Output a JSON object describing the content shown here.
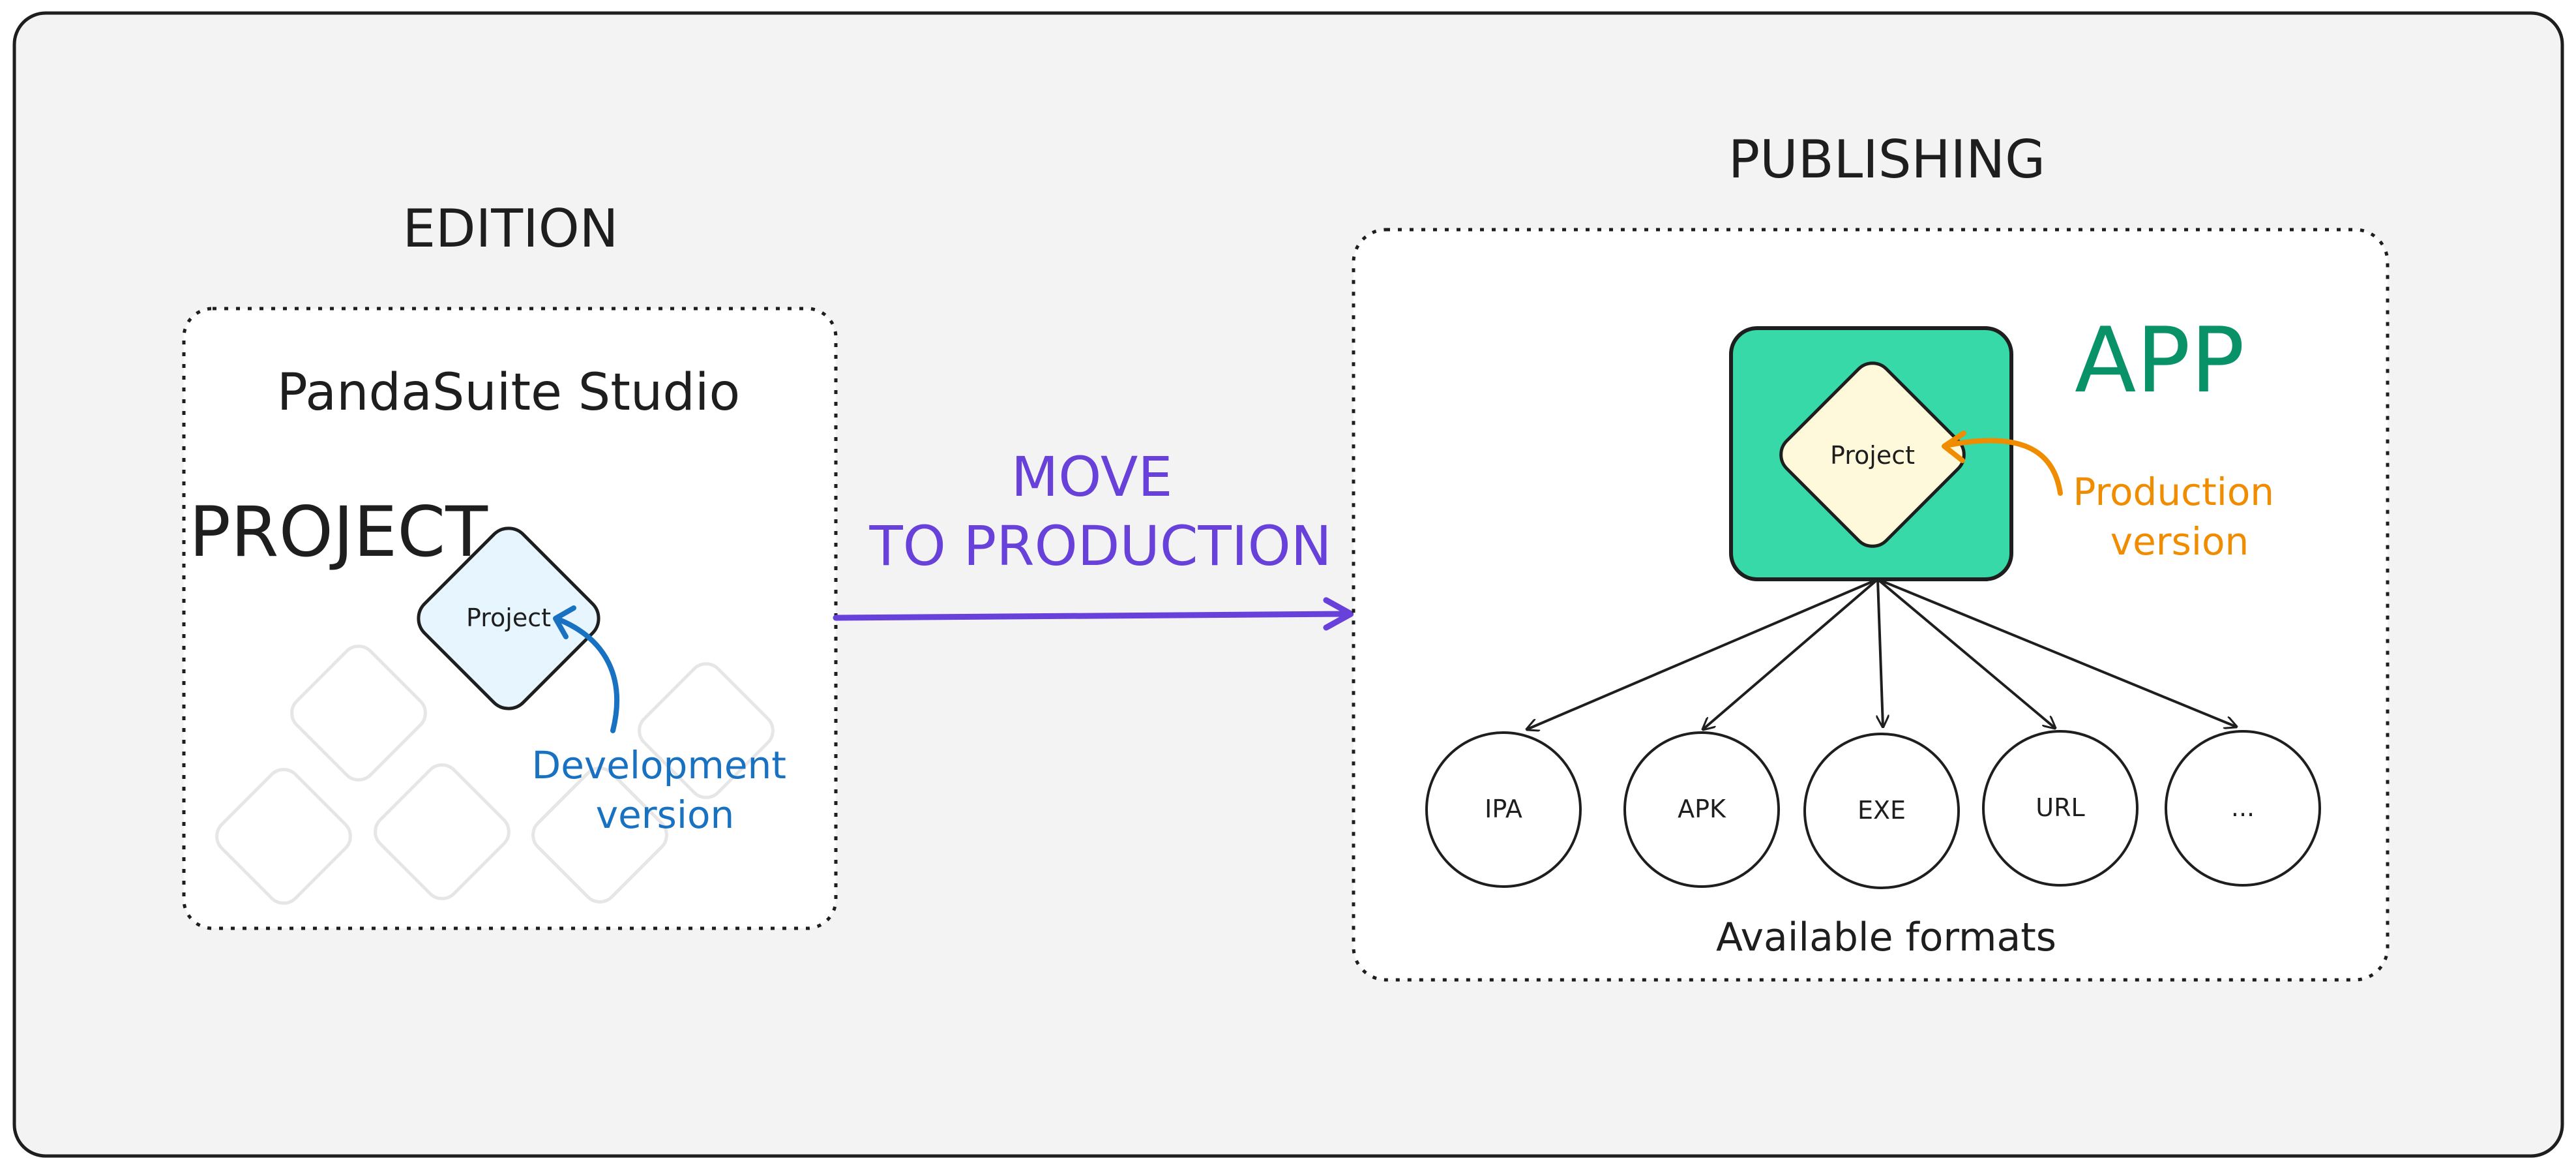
{
  "edition": {
    "heading": "EDITION",
    "studio_label": "PandaSuite Studio",
    "project_label": "PROJECT",
    "project_node_label": "Project",
    "dev_version_line1": "Development",
    "dev_version_line2": "version"
  },
  "transition": {
    "line1": "MOVE",
    "line2": "TO PRODUCTION"
  },
  "publishing": {
    "heading": "PUBLISHING",
    "app_label": "APP",
    "project_node_label": "Project",
    "prod_version_line1": "Production",
    "prod_version_line2": "version",
    "formats": [
      "IPA",
      "APK",
      "EXE",
      "URL",
      "..."
    ],
    "formats_caption": "Available formats"
  },
  "colors": {
    "frame_bg": "#f3f3f3",
    "panel_bg": "#ffffff",
    "ink": "#1e1e1e",
    "dev_blue": "#1971c2",
    "dev_fill": "#e7f5ff",
    "purple": "#6741d9",
    "app_green": "#099268",
    "app_fill": "#38d9a9",
    "prod_orange": "#f08c00",
    "prod_fill": "#fff9db",
    "ghost": "#e6e6e6"
  }
}
